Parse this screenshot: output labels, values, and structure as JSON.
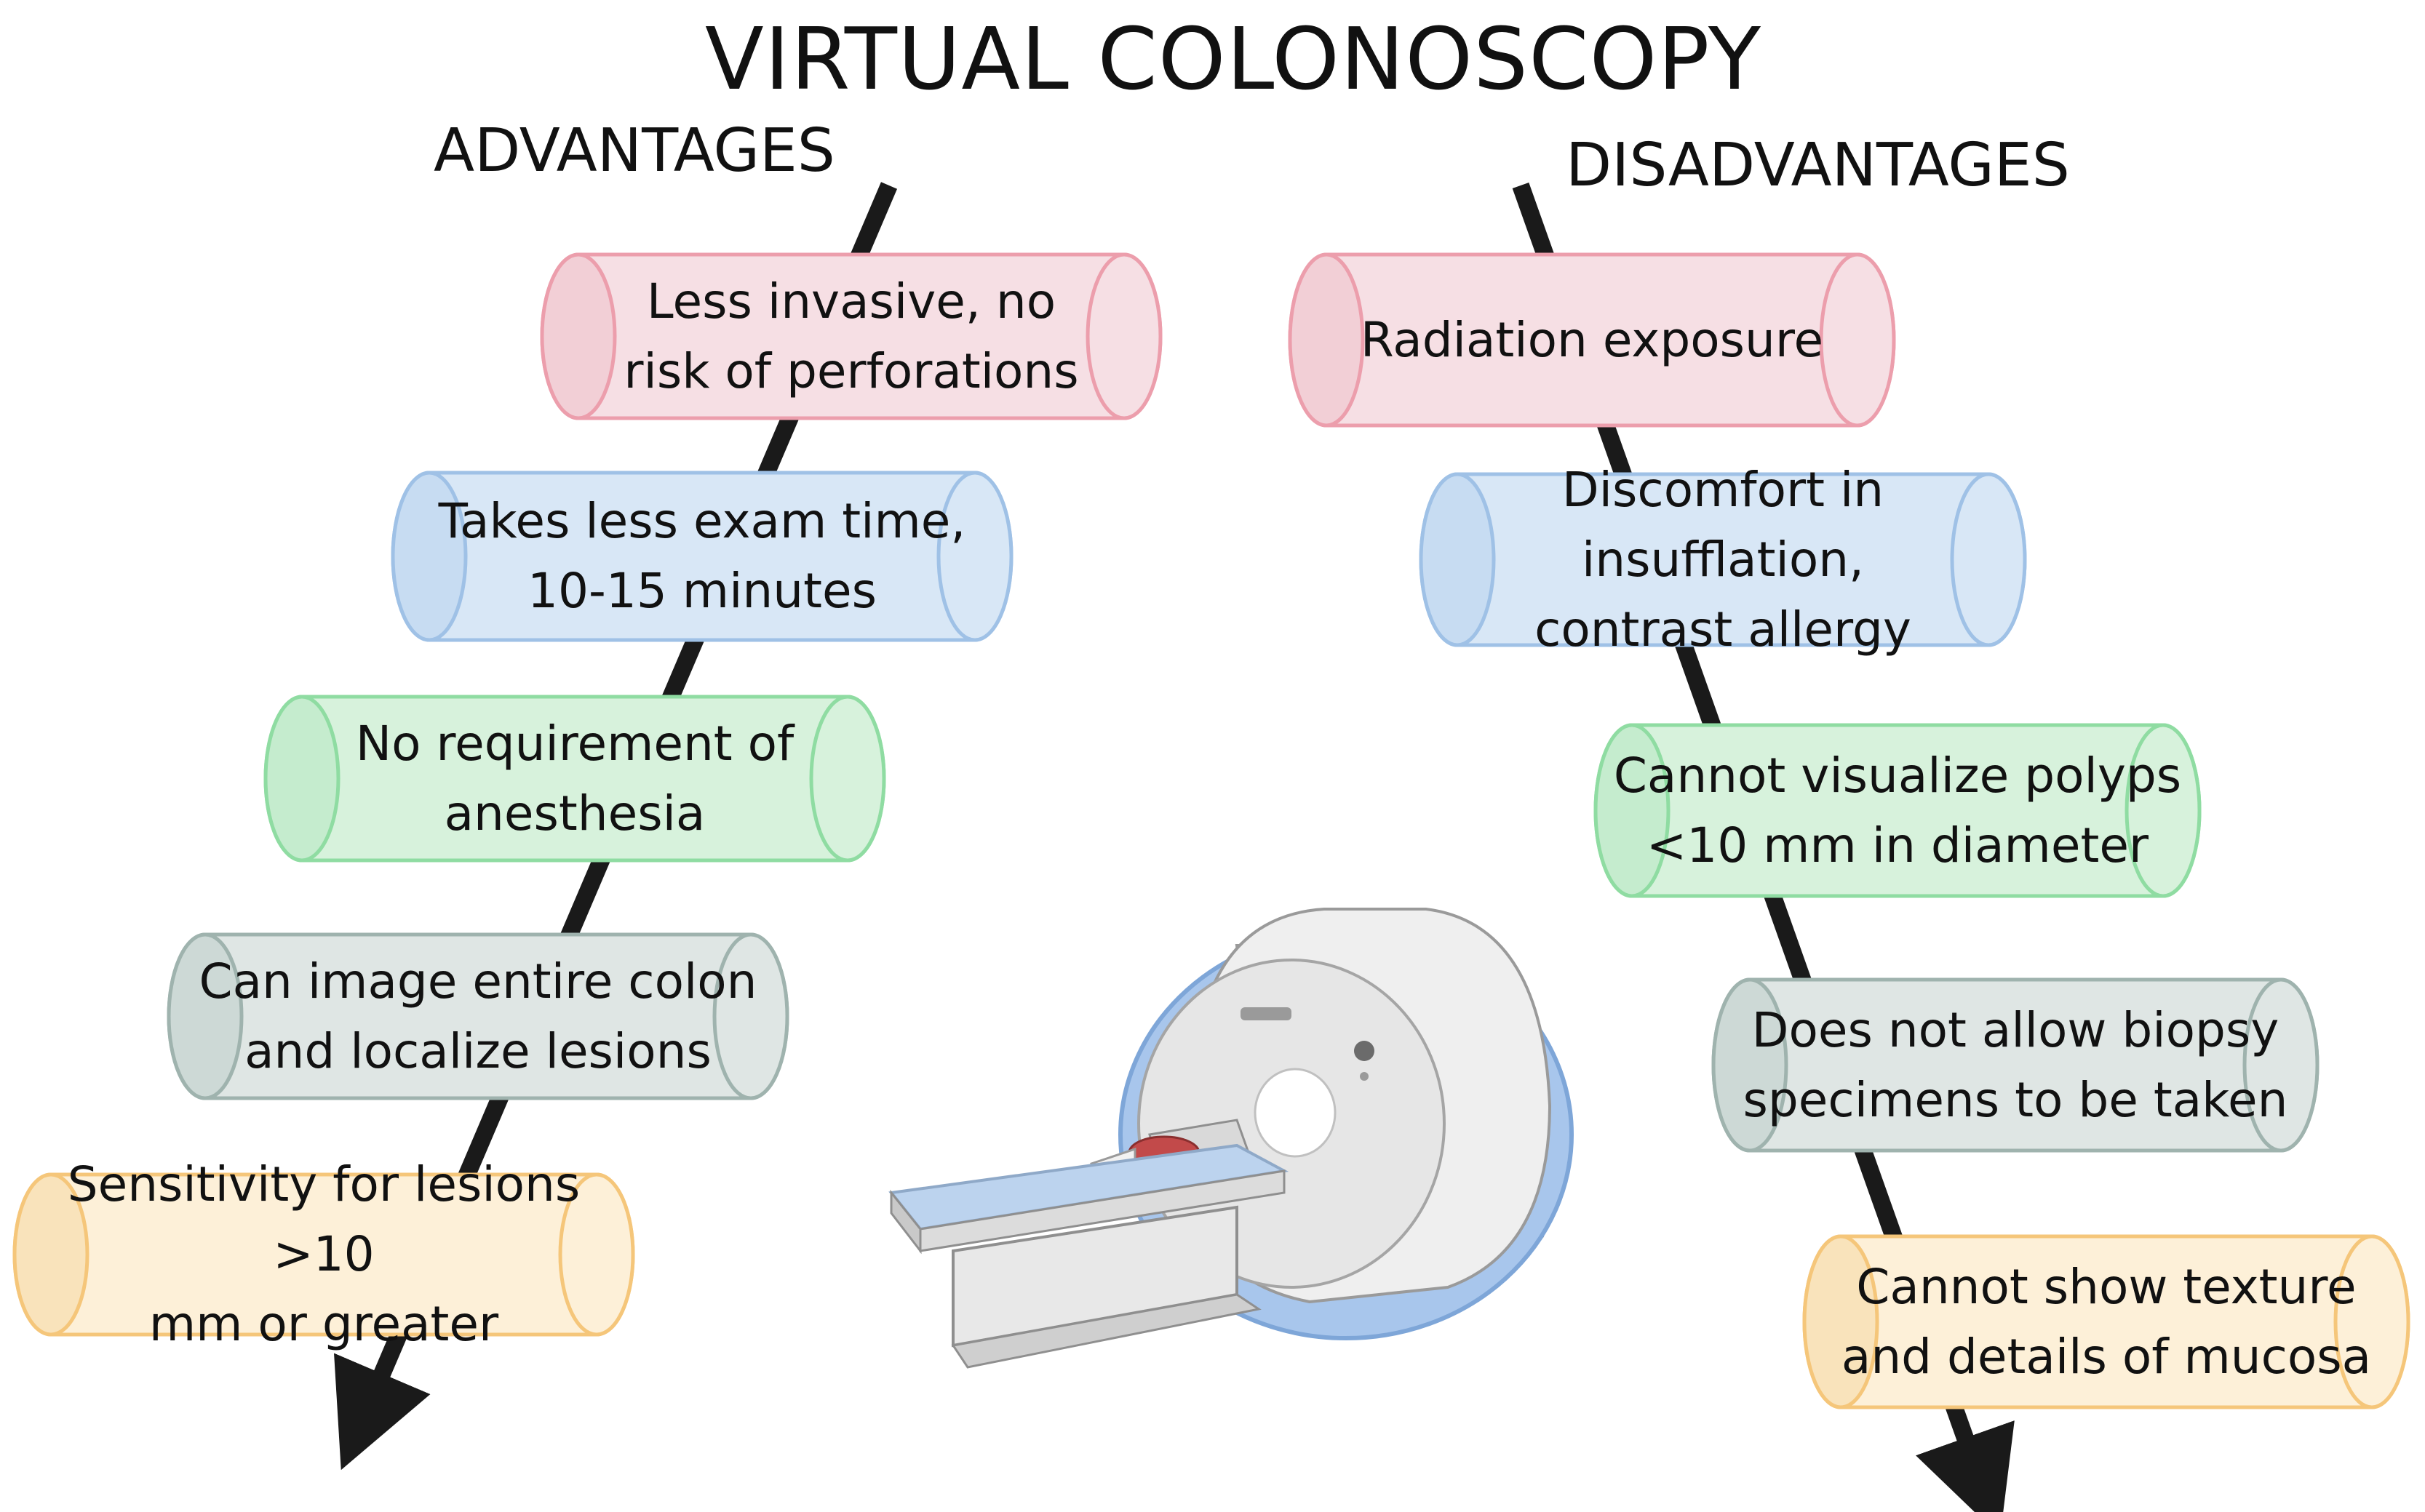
{
  "title": "VIRTUAL COLONOSCOPY",
  "colors": {
    "pink": {
      "fill": "#f6dfe4",
      "stroke": "#ec9eac",
      "cap": "#f2cfd6"
    },
    "blue": {
      "fill": "#d8e7f6",
      "stroke": "#9fc1e6",
      "cap": "#c7dcf2"
    },
    "green": {
      "fill": "#d7f2dc",
      "stroke": "#8fdca2",
      "cap": "#c5ecce"
    },
    "gray": {
      "fill": "#dfe6e4",
      "stroke": "#9fb3ae",
      "cap": "#cdd9d6"
    },
    "orange": {
      "fill": "#fdf0d8",
      "stroke": "#f5c67a",
      "cap": "#f9e3bb"
    },
    "arrow": "#1a1a1a"
  },
  "advantages": {
    "heading": "ADVANTAGES",
    "items": [
      {
        "text": "Less invasive, no\nrisk of perforations",
        "color": "pink"
      },
      {
        "text": "Takes less exam time,\n10-15 minutes",
        "color": "blue"
      },
      {
        "text": "No requirement of\nanesthesia",
        "color": "green"
      },
      {
        "text": "Can image entire colon\nand localize lesions",
        "color": "gray"
      },
      {
        "text": "Sensitivity for lesions >10\nmm or greater",
        "color": "orange"
      }
    ]
  },
  "disadvantages": {
    "heading": "DISADVANTAGES",
    "items": [
      {
        "text": "Radiation exposure",
        "color": "pink"
      },
      {
        "text": "Discomfort in insufflation,\ncontrast allergy",
        "color": "blue"
      },
      {
        "text": "Cannot visualize polyps\n<10 mm in diameter",
        "color": "green"
      },
      {
        "text": "Does not allow biopsy\nspecimens to be taken",
        "color": "gray"
      },
      {
        "text": "Cannot show texture\nand details of mucosa",
        "color": "orange"
      }
    ]
  }
}
